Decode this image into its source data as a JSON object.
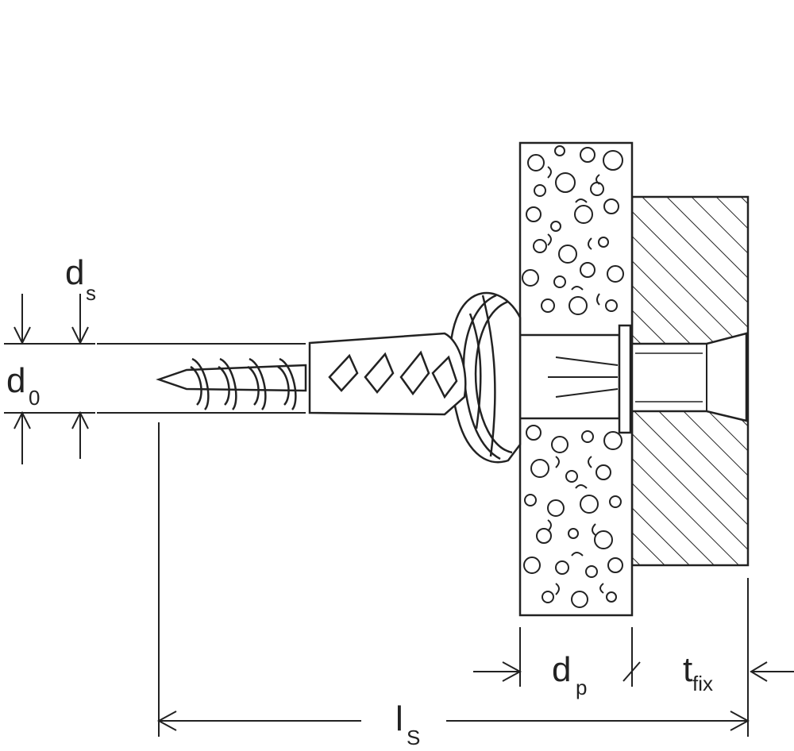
{
  "labels": {
    "ds": {
      "main": "d",
      "sub": "s"
    },
    "d0": {
      "main": "d",
      "sub": "0"
    },
    "dp": {
      "main": "d",
      "sub": "p"
    },
    "tfix": {
      "main": "t",
      "sub": "fix"
    },
    "ls": {
      "main": "l",
      "sub": "S"
    }
  },
  "colors": {
    "line": "#222222",
    "fill": "#ffffff"
  }
}
